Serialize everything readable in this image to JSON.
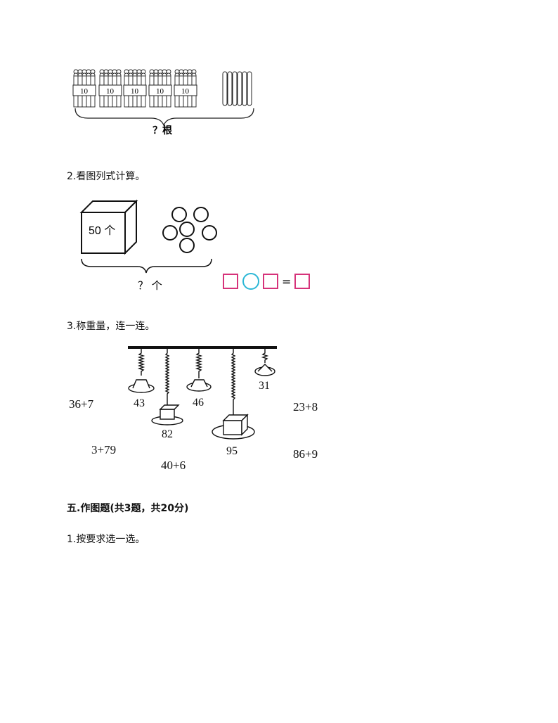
{
  "fig1": {
    "bundle_label": "10",
    "question_label": "？根"
  },
  "q2": {
    "title": "2.看图列式计算。",
    "box_label": "50 个",
    "question_label": "？ 个",
    "equals_sign": "="
  },
  "q3": {
    "title": "3.称重量，连一连。",
    "weights": [
      "43",
      "82",
      "46",
      "95",
      "31"
    ],
    "expressions": [
      "36+7",
      "3+79",
      "40+6",
      "23+8",
      "86+9"
    ]
  },
  "section5": {
    "title": "五.作图题(共3题，共20分)"
  },
  "q5_1": {
    "title": "1.按要求选一选。"
  },
  "colors": {
    "pink_box": "#d6337a",
    "cyan_circle": "#2bb7d6"
  }
}
